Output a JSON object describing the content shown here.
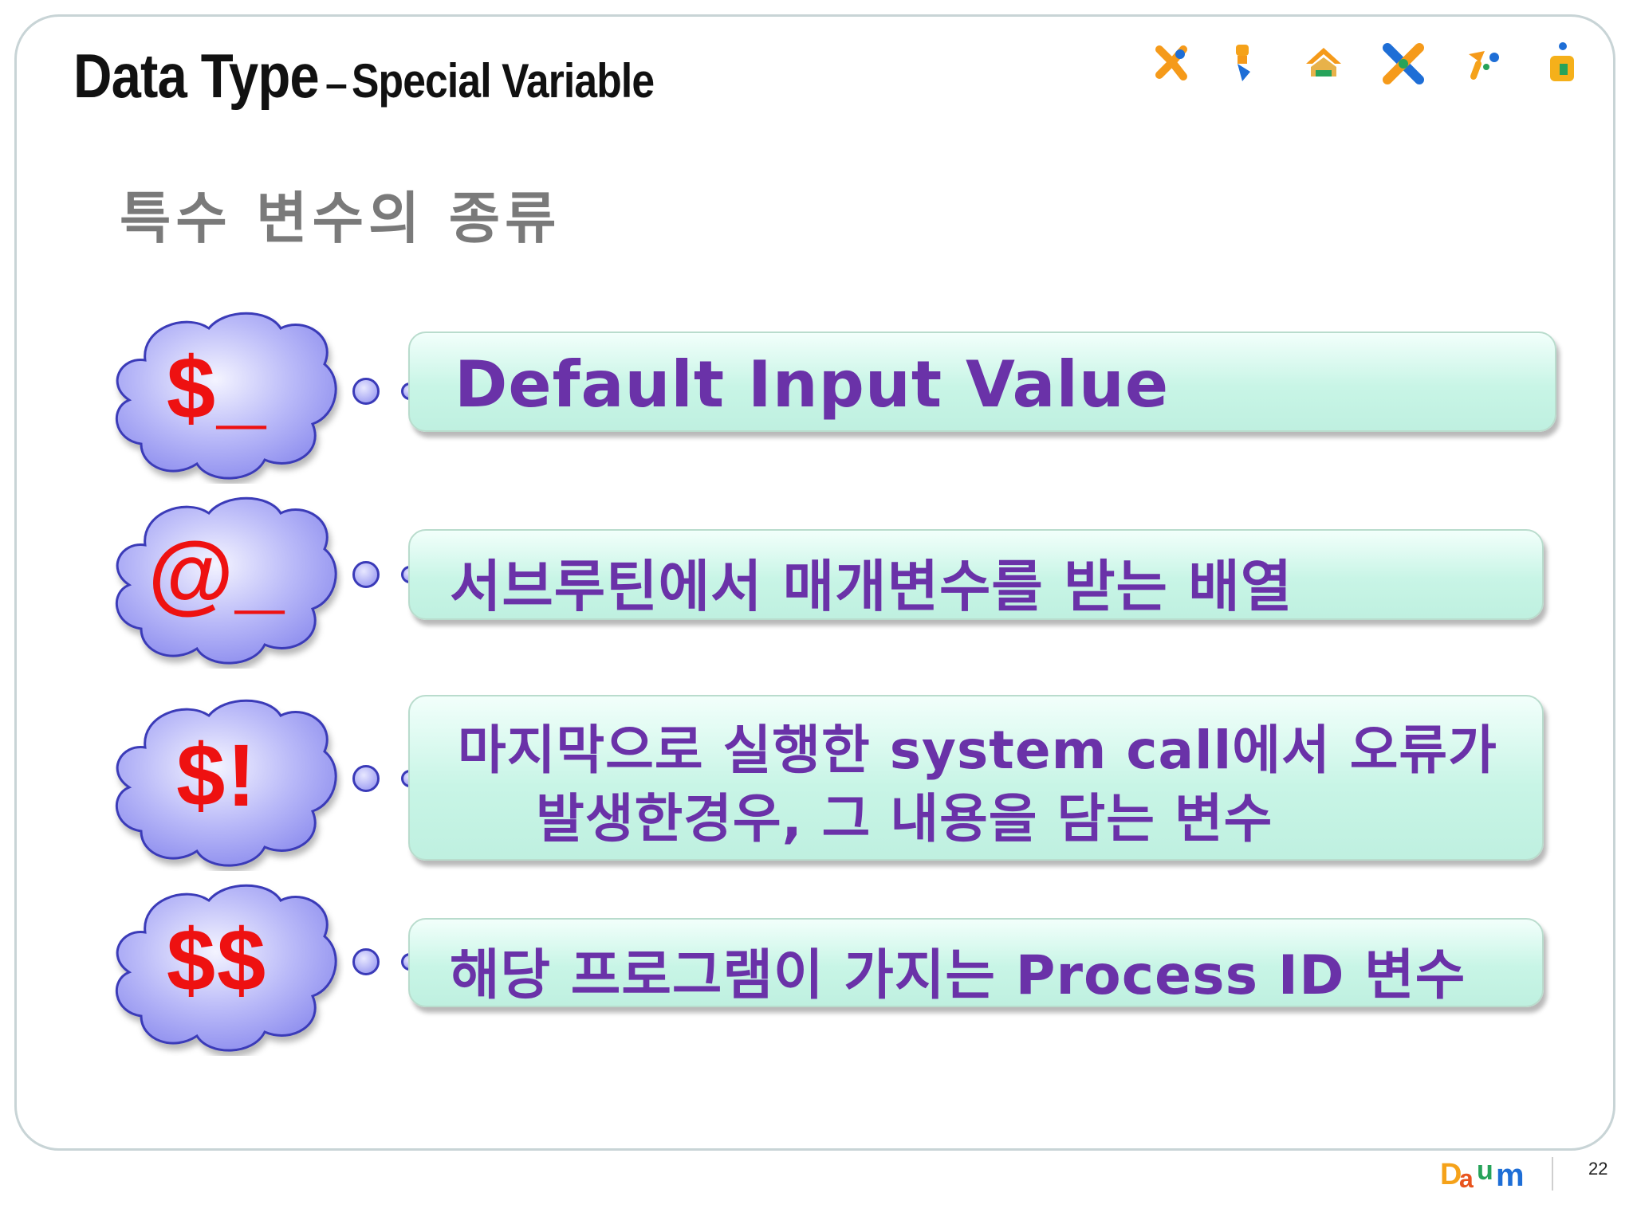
{
  "slide": {
    "title_main": "Data Type",
    "title_dash": "–",
    "title_sub": "Special Variable",
    "subtitle": "특수 변수의 종류",
    "page_number": "22",
    "footer_logo_text": "Daum"
  },
  "items": [
    {
      "symbol": "$_",
      "description": "Default Input Value"
    },
    {
      "symbol": "@_",
      "description": "서브루틴에서 매개변수를 받는  배열"
    },
    {
      "symbol": "$!",
      "description_line1": "마지막으로 실행한 system call에서 오류가",
      "description_line2": "발생한경우, 그 내용을 담는 변수"
    },
    {
      "symbol": "$$",
      "description": "해당 프로그램이 가지는 Process ID 변수"
    }
  ],
  "colors": {
    "symbol": "#ee1111",
    "description_text": "#6a32a8",
    "cloud_fill": "#a9a9f5",
    "cloud_outline": "#3a3ab8",
    "box_fill": "#c8f5e6",
    "title": "#111111",
    "subtitle": "#7a7a7a"
  },
  "icons": [
    "daum-logo-orange-x-icon",
    "daum-logo-dot-arrow-icon",
    "daum-logo-house-icon",
    "daum-logo-cross-icon",
    "daum-logo-sparkle-icon",
    "daum-logo-person-icon"
  ]
}
